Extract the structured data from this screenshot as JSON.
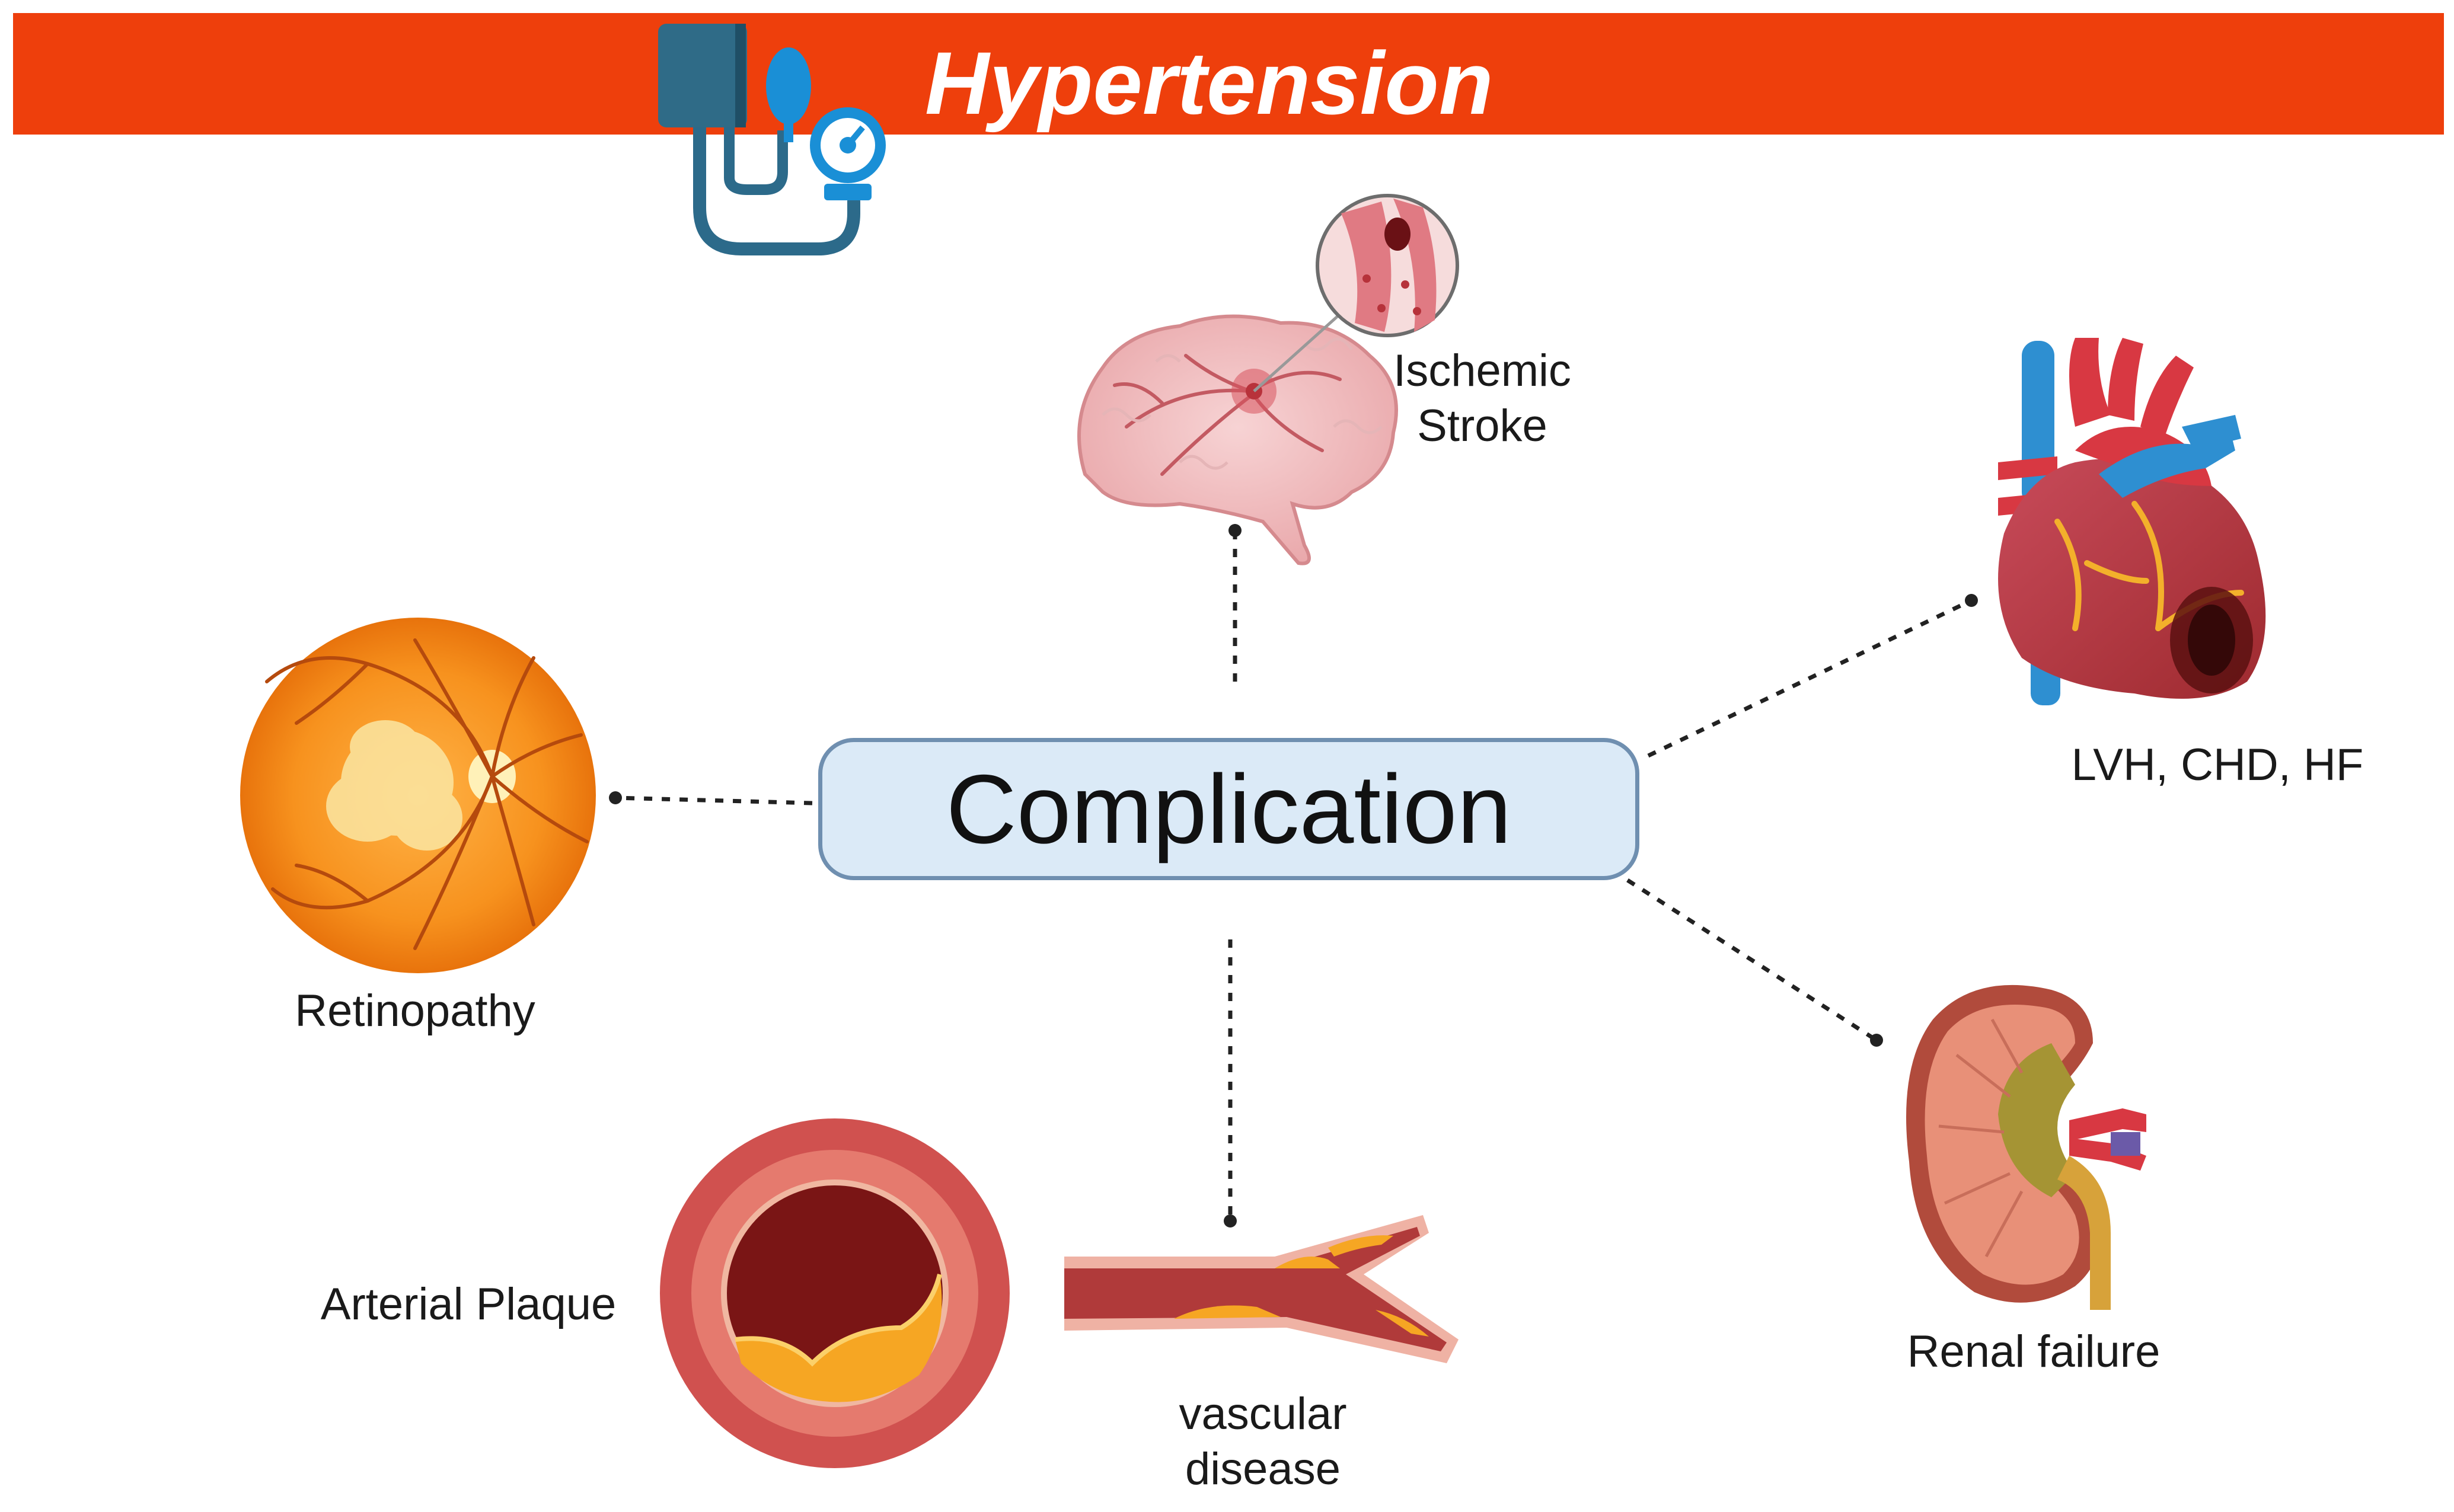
{
  "header": {
    "title": "Hypertension",
    "band_color": "#ee3f0c"
  },
  "center": {
    "label": "Complication"
  },
  "complications": {
    "stroke": "Ischemic\nStroke",
    "stroke_line1": "Ischemic",
    "stroke_line2": "Stroke",
    "heart": "LVH, CHD, HF",
    "retina": "Retinopathy",
    "kidney": "Renal failure",
    "plaque": "Arterial Plaque",
    "vascular_line1": "vascular",
    "vascular_line2": "disease"
  },
  "icons": {
    "header_icon": "blood-pressure-monitor-icon",
    "stroke_icon": "brain-icon",
    "heart_icon": "heart-icon",
    "retina_icon": "retina-icon",
    "kidney_icon": "kidney-icon",
    "plaque_icon": "artery-cross-section-icon",
    "vessel_icon": "blood-vessel-icon"
  }
}
